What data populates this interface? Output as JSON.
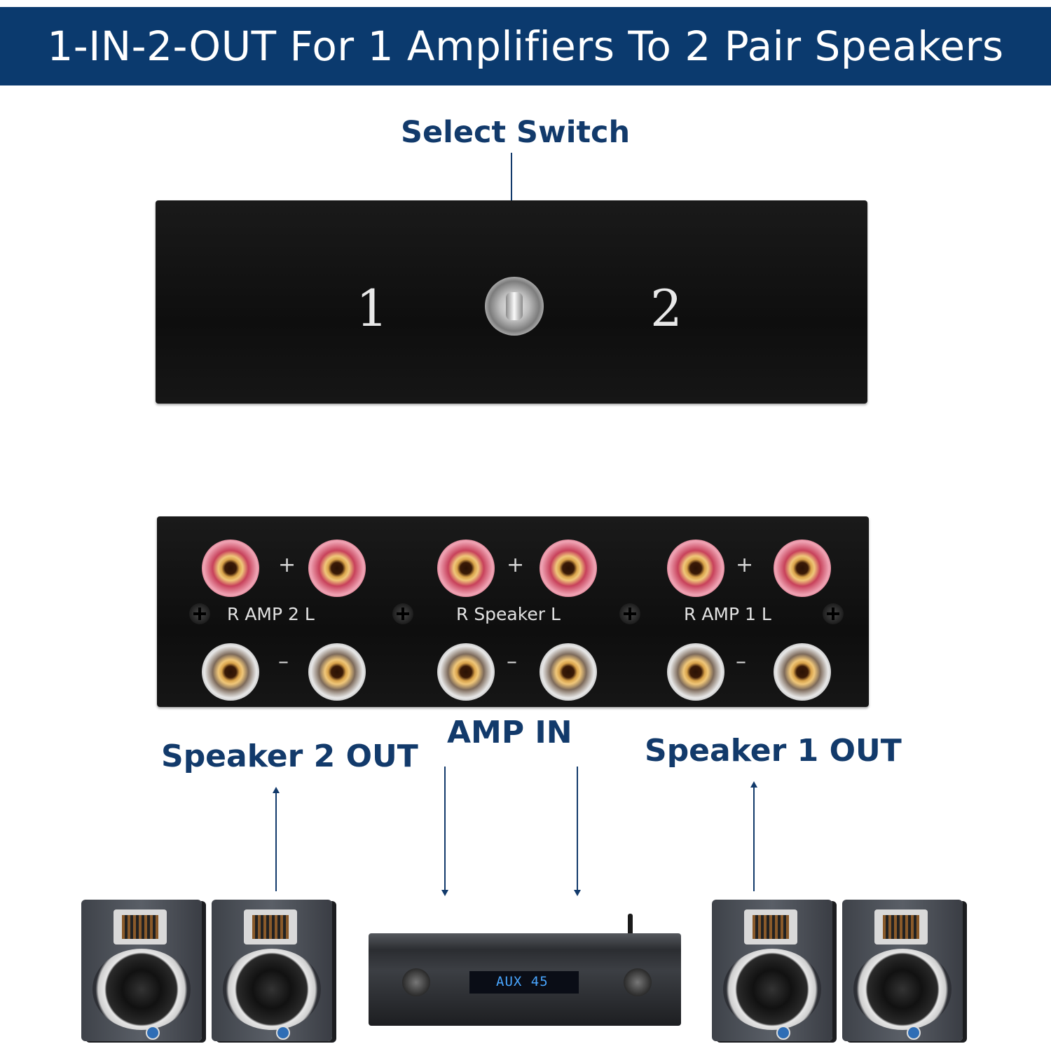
{
  "header": {
    "title": "1-IN-2-OUT For 1 Amplifiers To 2 Pair Speakers"
  },
  "top_view": {
    "callout": "Select Switch",
    "position_left": "1",
    "position_right": "2"
  },
  "back_panel": {
    "plus_sign": "+",
    "minus_sign": "–",
    "groups": [
      {
        "label": "R  AMP 2  L"
      },
      {
        "label": "R Speaker  L"
      },
      {
        "label": "R  AMP 1  L"
      }
    ]
  },
  "callouts": {
    "speaker_2_out": "Speaker 2 OUT",
    "amp_in": "AMP   IN",
    "speaker_1_out": "Speaker 1 OUT"
  },
  "amplifier": {
    "display": "AUX 45"
  },
  "colors": {
    "banner": "#0b3a6e",
    "label": "#123a6b",
    "post_red": "#c7415a"
  },
  "icons": [
    "toggle-switch-icon",
    "binding-post-icon",
    "screw-icon",
    "speaker-icon",
    "amplifier-icon"
  ]
}
